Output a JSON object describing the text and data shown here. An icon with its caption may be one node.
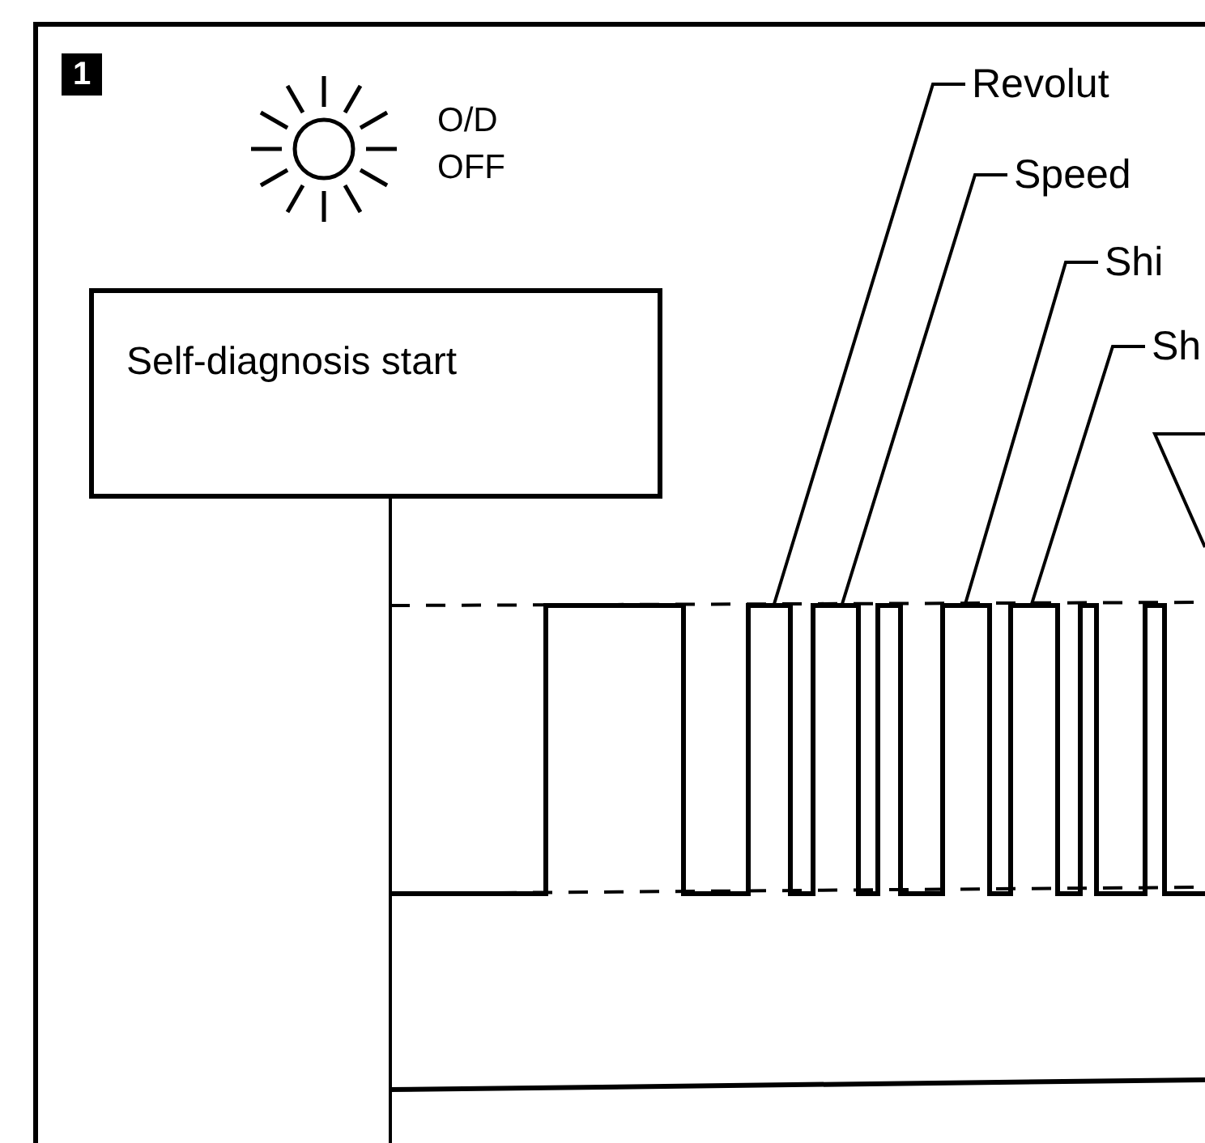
{
  "diagram": {
    "nodes": [
      {
        "text": [
          "Self-diagnosis start"
        ]
      },
      {
        "text": [
          "Revolut"
        ]
      },
      {
        "text": [
          "Speed"
        ]
      },
      {
        "text": [
          "Shi"
        ]
      },
      {
        "text": [
          "Sh"
        ]
      }
    ],
    "edges": [
      {
        "from": 1,
        "to": null,
        "arrow": "none"
      },
      {
        "from": 2,
        "to": null,
        "arrow": "none"
      },
      {
        "from": 3,
        "to": null,
        "arrow": "none"
      },
      {
        "from": 4,
        "to": null,
        "arrow": "none"
      }
    ],
    "labels": [
      "1",
      "O/D OFF"
    ]
  }
}
